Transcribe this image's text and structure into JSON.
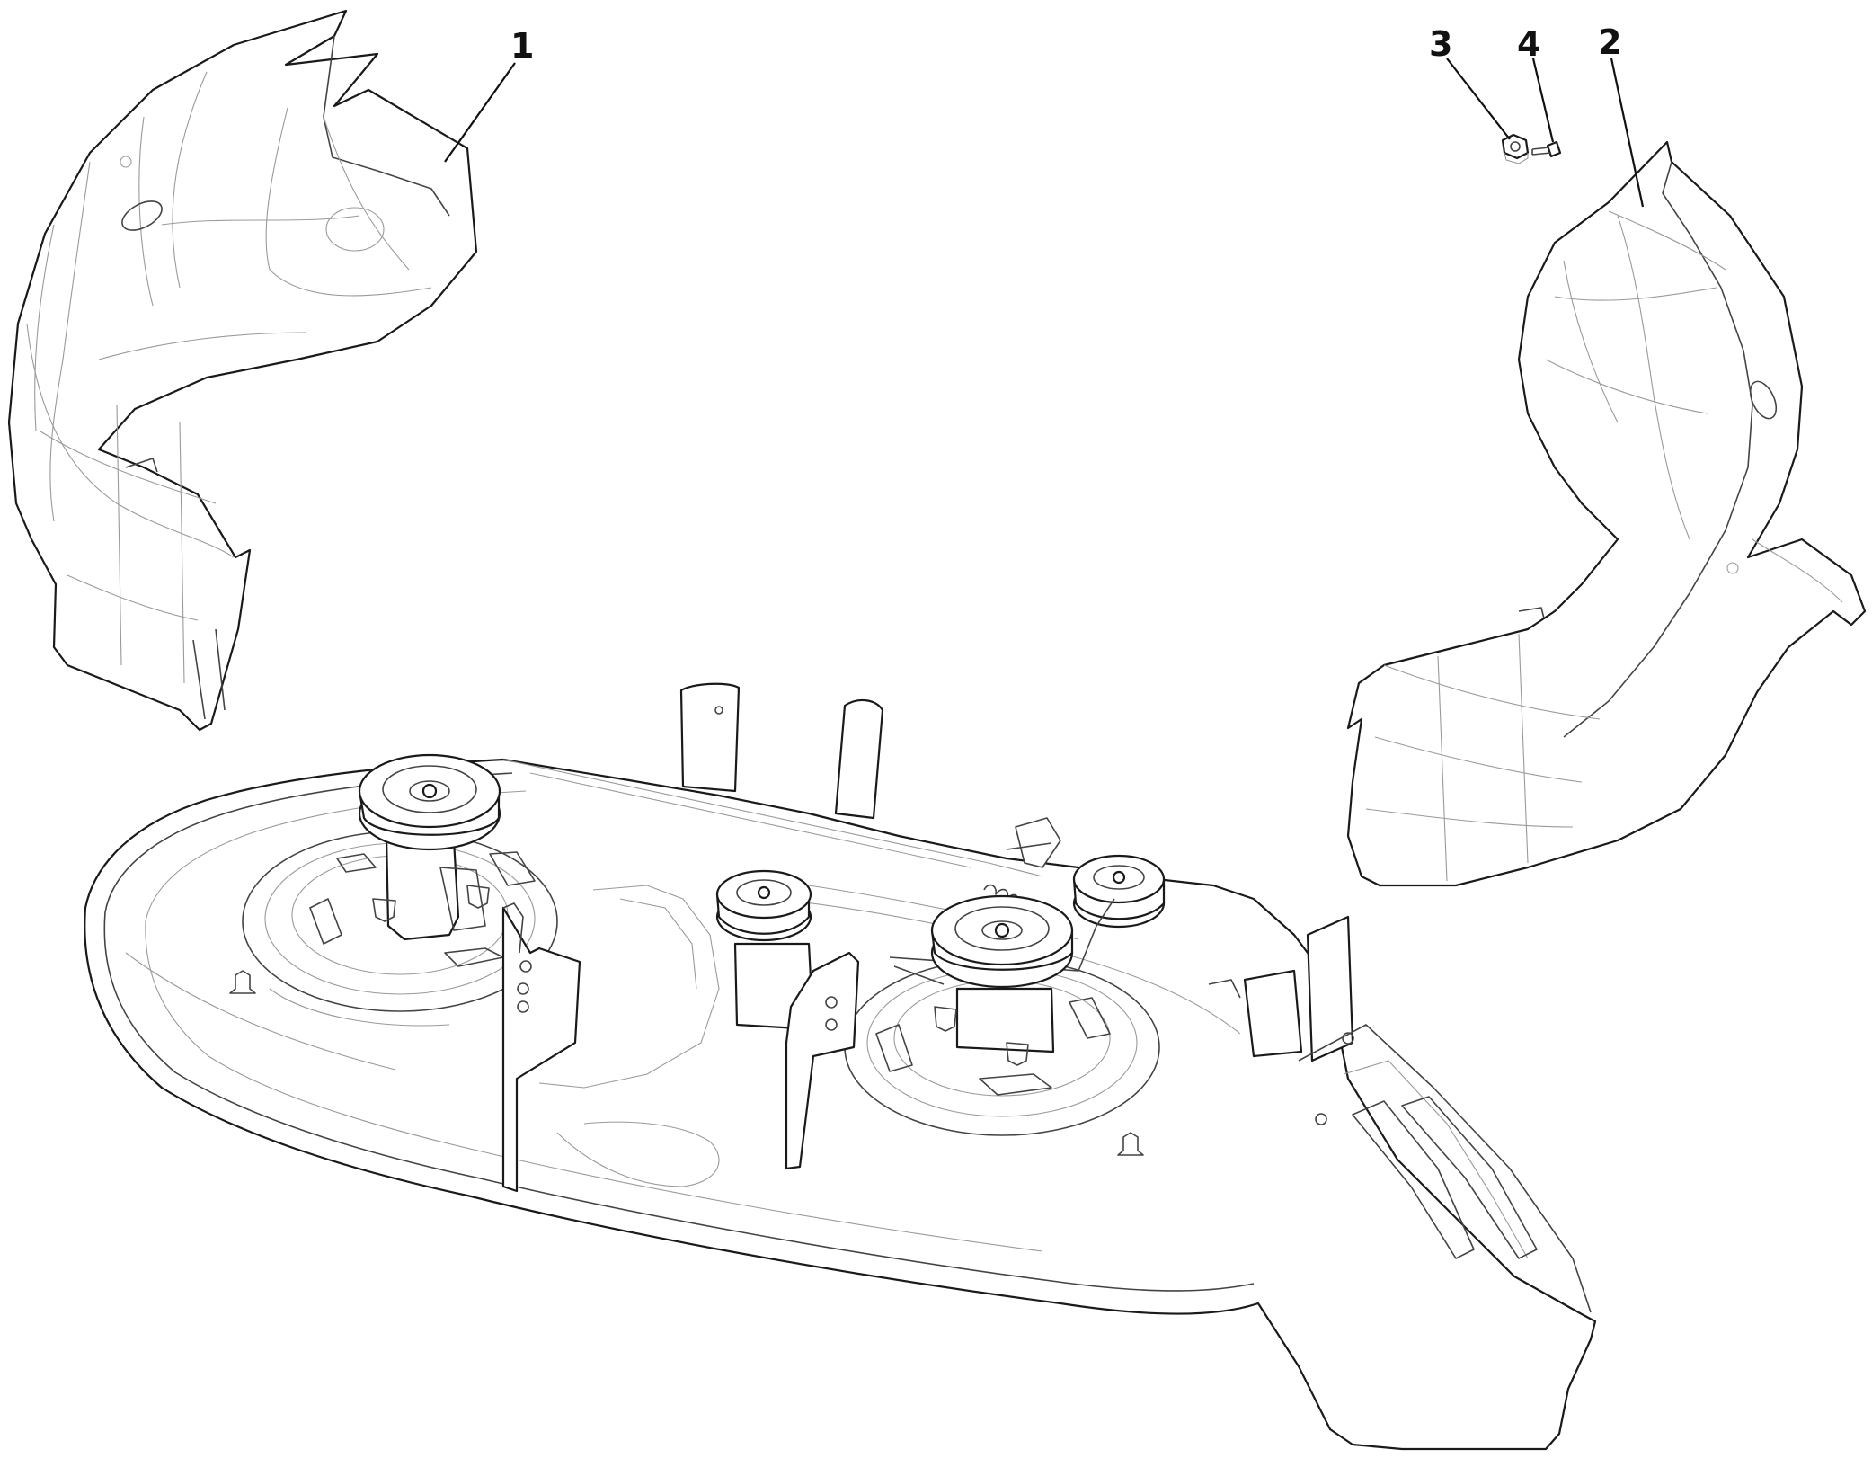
{
  "callouts": {
    "c1": "1",
    "c2": "2",
    "c3": "3",
    "c4": "4"
  },
  "colors": {
    "line": "#1a1a1a",
    "fine_line": "#9a9a9a",
    "background": "#ffffff"
  }
}
